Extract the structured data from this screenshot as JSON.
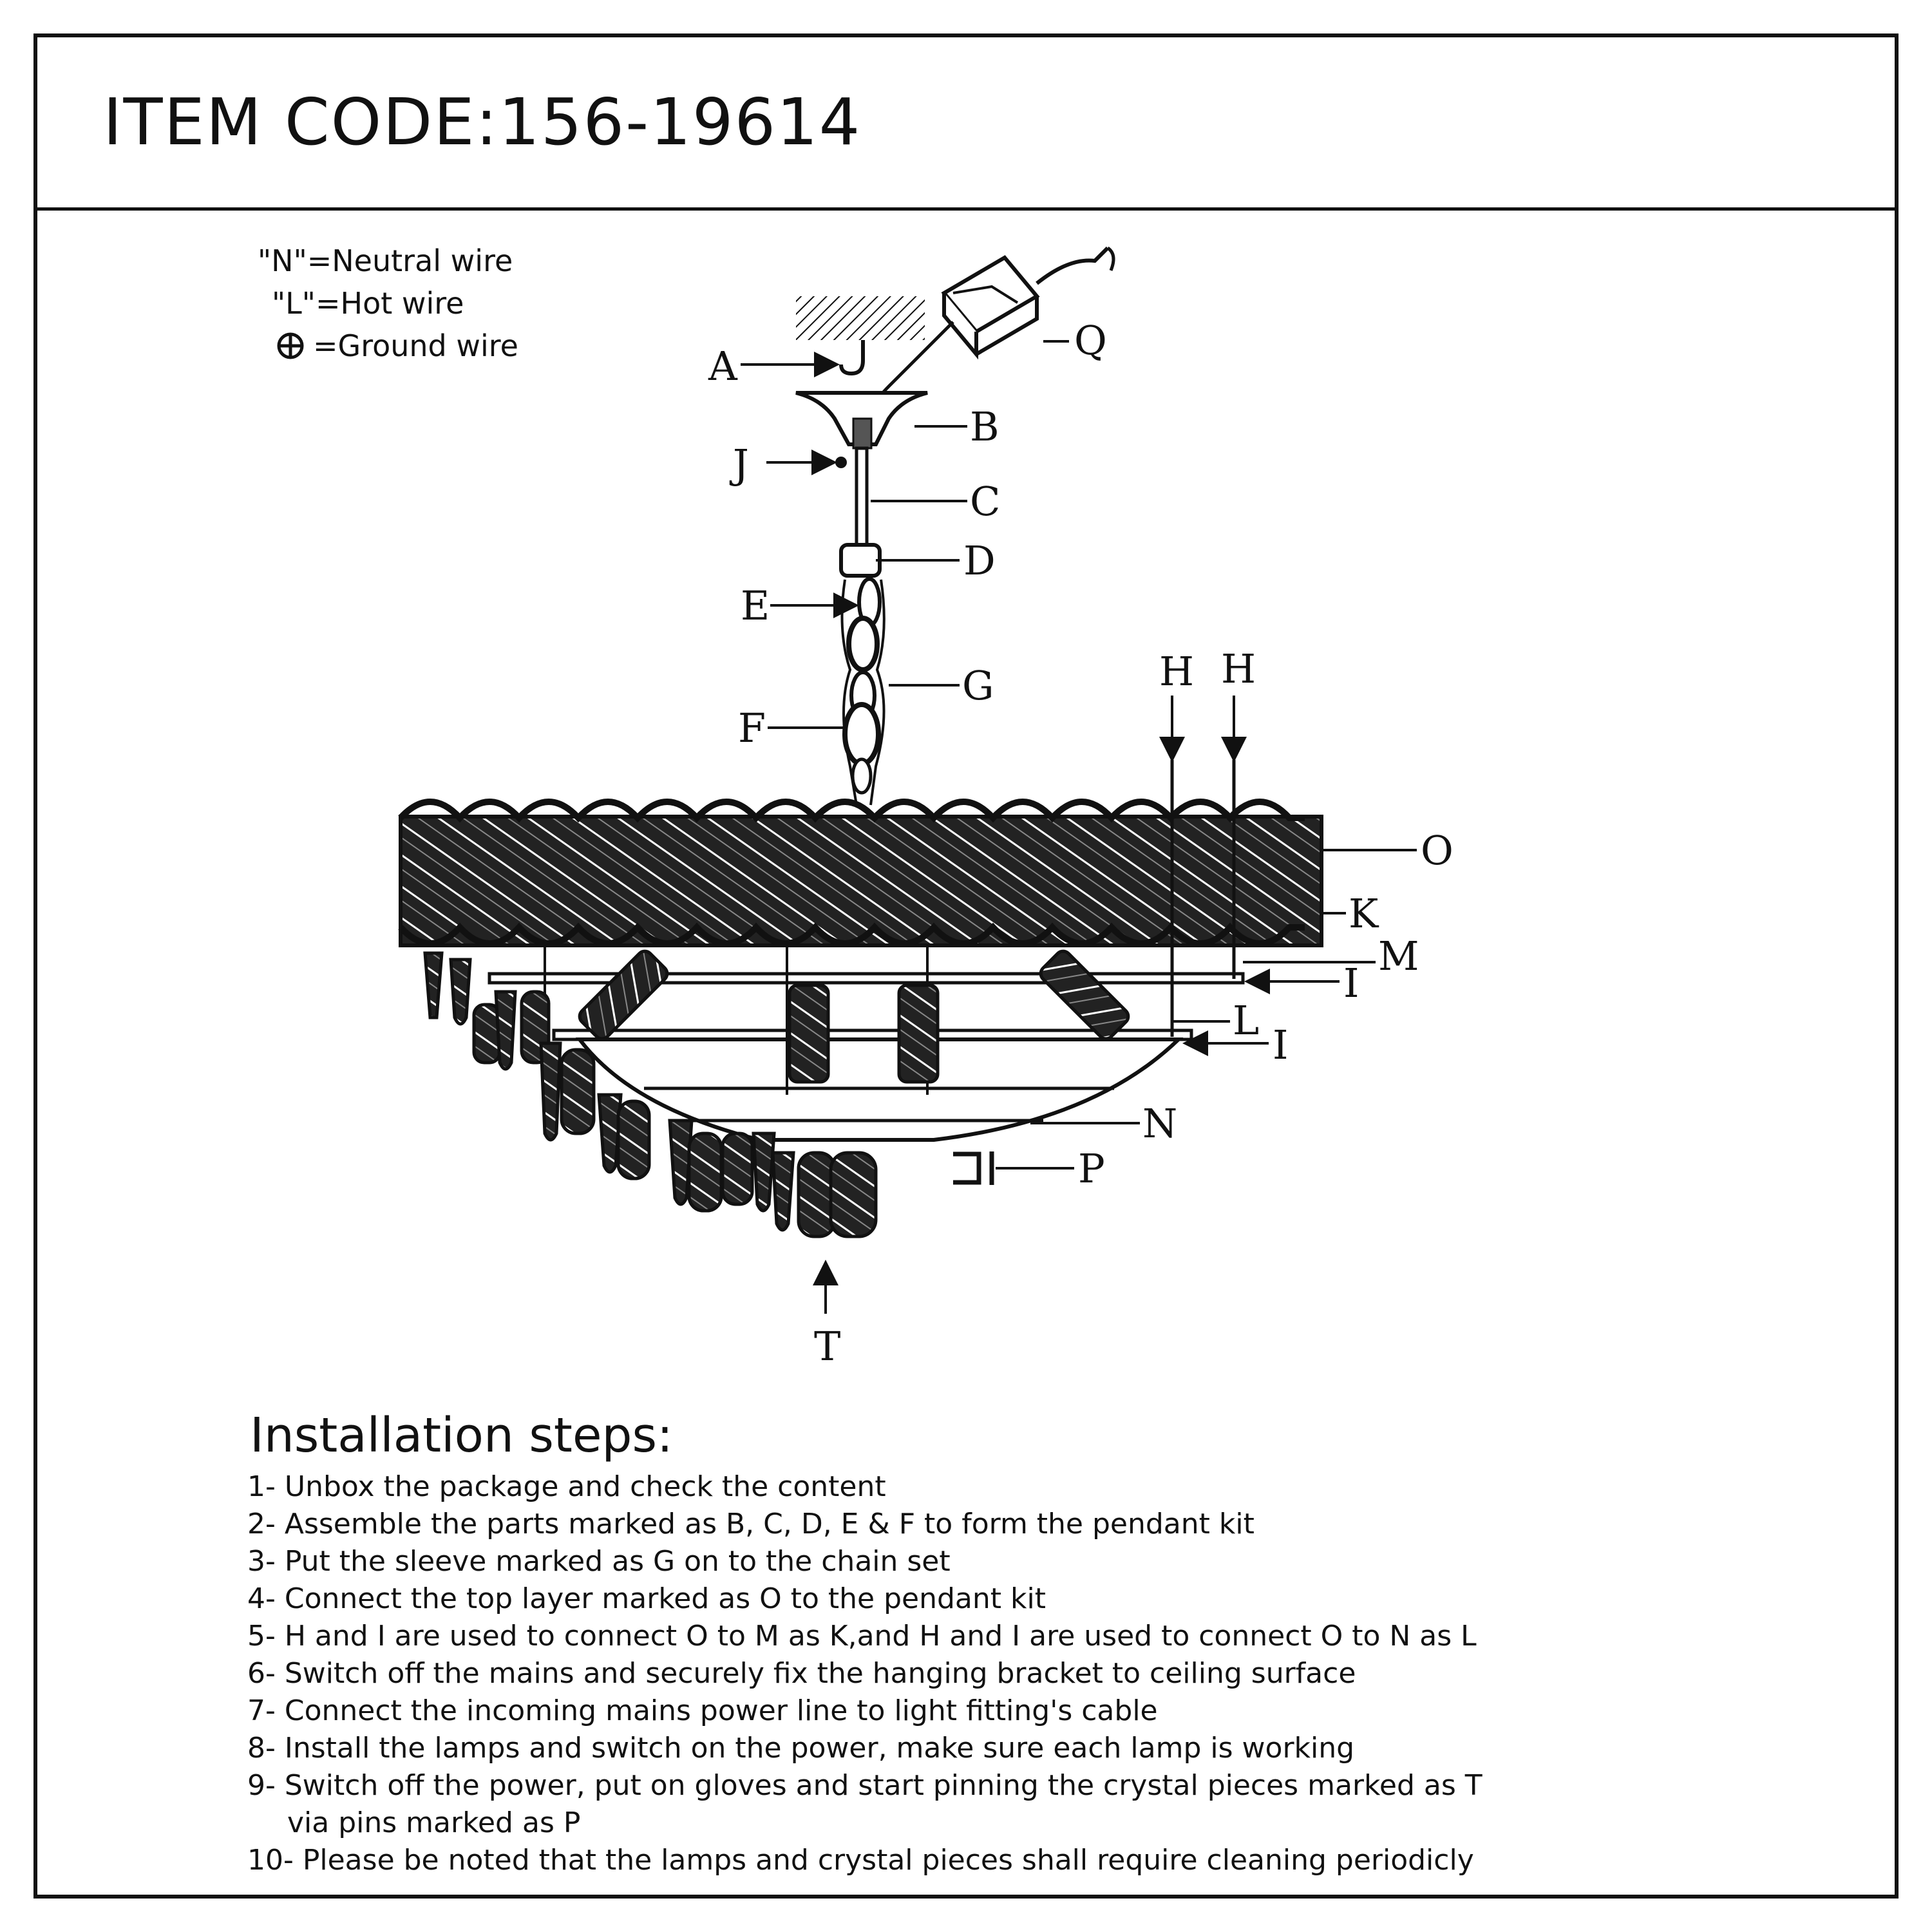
{
  "header": {
    "item_code": "ITEM CODE:156-19614"
  },
  "legend": {
    "neutral": "\"N\"=Neutral wire",
    "hot": "\"L\"=Hot wire",
    "ground": "=Ground wire"
  },
  "labels": {
    "A": "A",
    "B": "B",
    "C": "C",
    "D": "D",
    "E": "E",
    "F": "F",
    "G": "G",
    "H1": "H",
    "H2": "H",
    "I1": "I",
    "I2": "I",
    "J": "J",
    "K": "K",
    "L": "L",
    "M": "M",
    "N": "N",
    "O": "O",
    "P": "P",
    "Q": "Q",
    "T": "T"
  },
  "installation": {
    "title": "Installation steps:",
    "steps": [
      "1- Unbox the package and check the content",
      "2- Assemble the parts marked as B, C, D, E & F to form the pendant kit",
      "3- Put the sleeve marked as G on to the chain set",
      "4- Connect the top layer marked as O to the pendant kit",
      "5-  H and I  are used to connect O to M as K,and  H and I are used to connect O to N as L",
      "6- Switch off the mains and securely fix the hanging bracket to ceiling surface",
      "7- Connect the incoming mains power line to light fitting's cable",
      "8- Install the lamps and switch on the power, make sure each lamp is working",
      "9- Switch off the power, put on gloves and start pinning the crystal pieces marked as T",
      "via pins marked as P",
      "10- Please be noted that the lamps and crystal pieces shall require cleaning periodicly"
    ]
  }
}
